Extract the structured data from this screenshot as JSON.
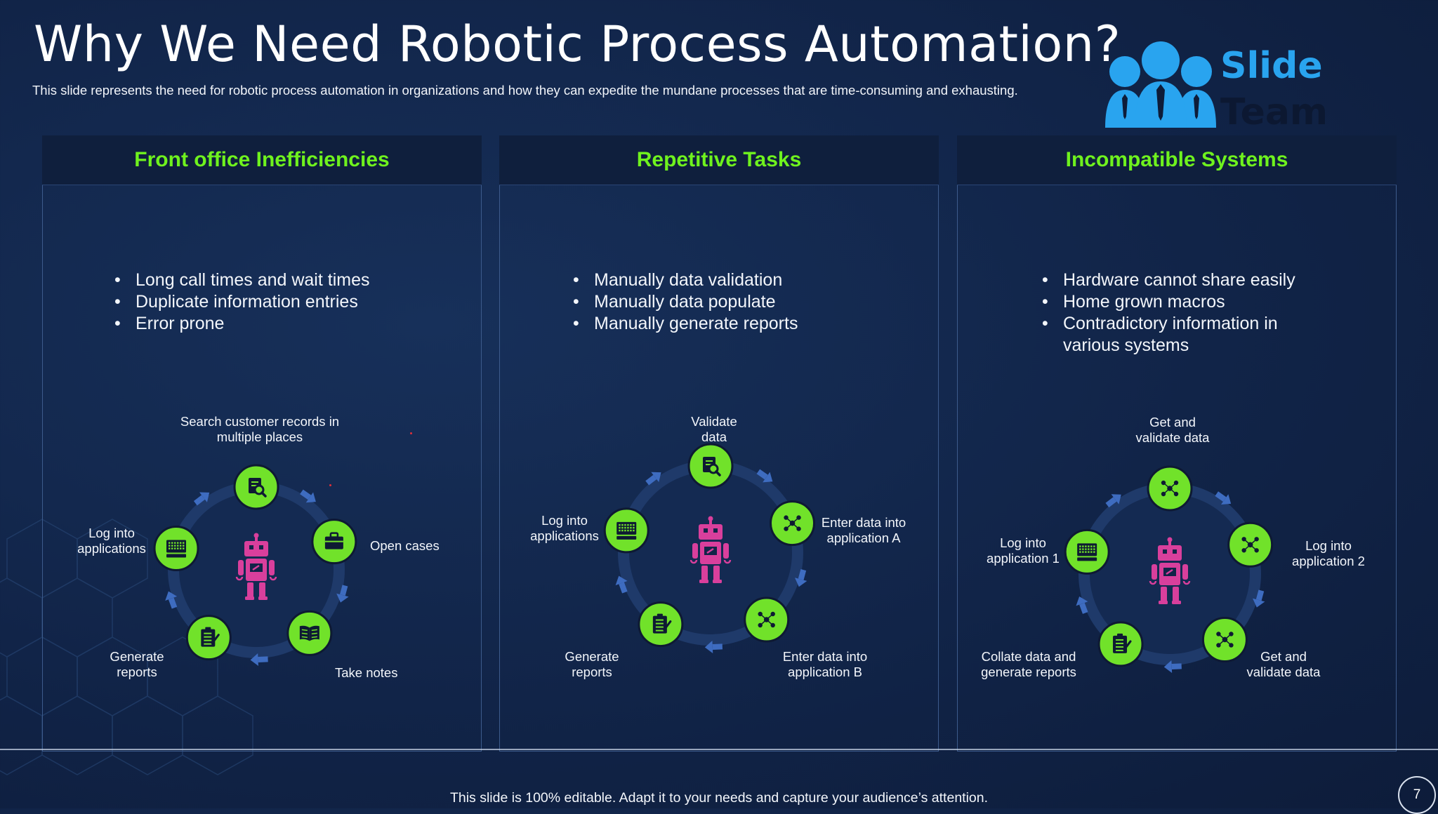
{
  "slide": {
    "title": "Why We Need Robotic Process Automation?",
    "subtitle": "This slide represents the need for robotic process automation in organizations and how they can expedite the mundane processes that are time-consuming and exhausting.",
    "footer": "This slide is 100% editable. Adapt it to your needs and capture your audience’s attention.",
    "page_number": "7"
  },
  "logo": {
    "line1": "Slide",
    "line2": "Team"
  },
  "colors": {
    "background": "#112448",
    "accent_green": "#6ff21e",
    "node_green": "#71e22a",
    "ring": "#1f3a6a",
    "arrow": "#3e6cc0",
    "robot": "#d93f9c",
    "logo_blue": "#29a4ef"
  },
  "panels": [
    {
      "heading": "Front office Inefficiencies",
      "bullets": [
        "Long call times and wait times",
        "Duplicate information entries",
        "Error prone"
      ],
      "cycle": [
        {
          "label": "Search customer records in\nmultiple places",
          "icon": "search-document-icon"
        },
        {
          "label": "Open cases",
          "icon": "briefcase-icon"
        },
        {
          "label": "Take notes",
          "icon": "open-book-icon"
        },
        {
          "label": "Generate\nreports",
          "icon": "clipboard-report-icon"
        },
        {
          "label": "Log into\napplications",
          "icon": "computer-keyboard-icon"
        }
      ]
    },
    {
      "heading": "Repetitive Tasks",
      "bullets": [
        "Manually  data validation",
        "Manually  data populate",
        "Manually  generate reports"
      ],
      "cycle": [
        {
          "label": "Validate\ndata",
          "icon": "search-document-icon"
        },
        {
          "label": "Enter data into\napplication A",
          "icon": "network-nodes-icon"
        },
        {
          "label": "Enter data into\napplication B",
          "icon": "network-nodes-icon"
        },
        {
          "label": "Generate\nreports",
          "icon": "clipboard-report-icon"
        },
        {
          "label": "Log into\napplications",
          "icon": "computer-keyboard-icon"
        }
      ]
    },
    {
      "heading": "Incompatible Systems",
      "bullets": [
        "Hardware cannot share easily",
        "Home grown macros",
        "Contradictory information in\nvarious systems"
      ],
      "cycle": [
        {
          "label": "Get and\nvalidate data",
          "icon": "network-nodes-icon"
        },
        {
          "label": "Log into\napplication 2",
          "icon": "network-nodes-icon"
        },
        {
          "label": "Get and\nvalidate data",
          "icon": "network-nodes-icon"
        },
        {
          "label": "Collate data and\ngenerate reports",
          "icon": "clipboard-report-icon"
        },
        {
          "label": "Log into\napplication 1",
          "icon": "computer-keyboard-icon"
        }
      ]
    }
  ]
}
